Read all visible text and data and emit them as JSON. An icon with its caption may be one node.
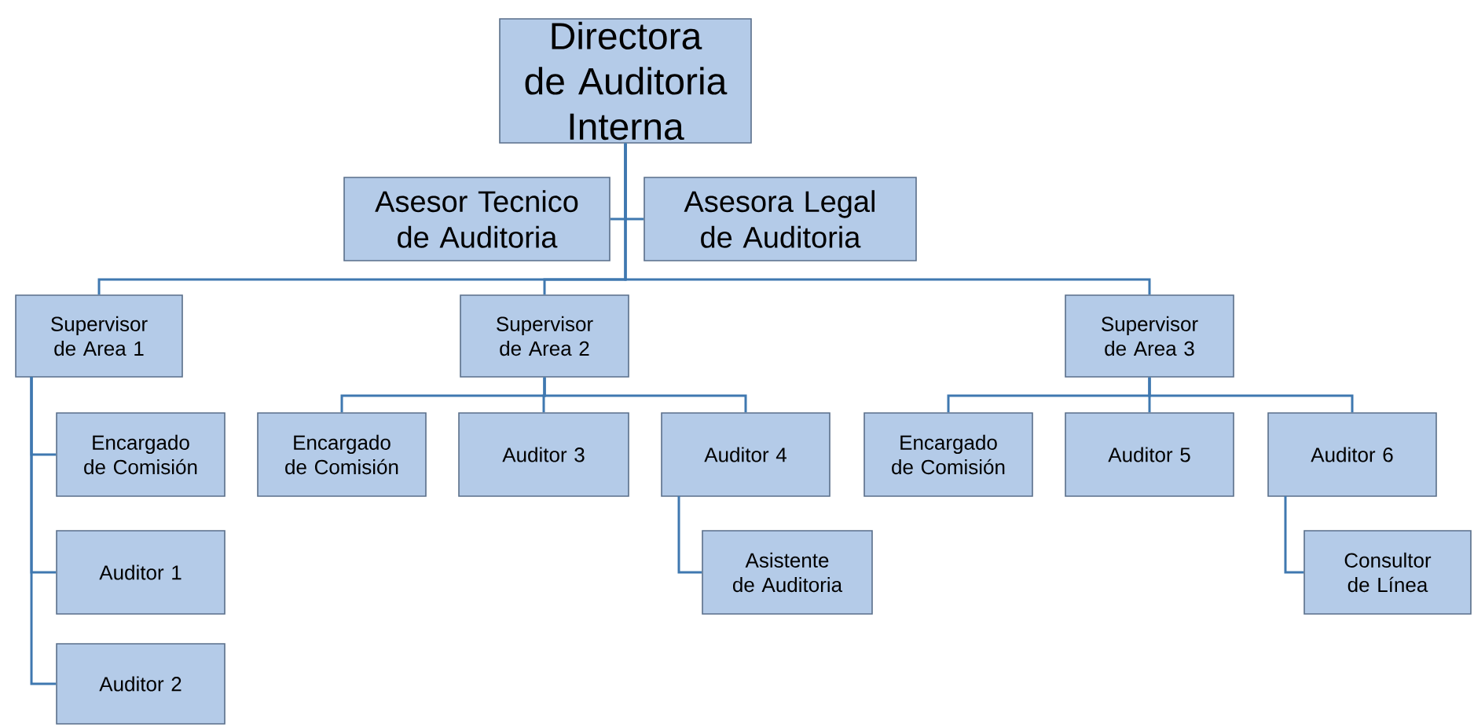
{
  "diagram": {
    "nodes": [
      {
        "text": [
          "Directora de Auditoria Interna"
        ]
      },
      {
        "text": [
          "Asesor Tecnico de Auditoria"
        ]
      },
      {
        "text": [
          "Asesora Legal de Auditoria"
        ]
      },
      {
        "text": [
          "Supervisor de Area 1"
        ]
      },
      {
        "text": [
          "Supervisor de Area 2"
        ]
      },
      {
        "text": [
          "Supervisor de Area 3"
        ]
      },
      {
        "text": [
          "Encargado de Comisión"
        ]
      },
      {
        "text": [
          "Auditor 1"
        ]
      },
      {
        "text": [
          "Auditor 2"
        ]
      },
      {
        "text": [
          "Encargado de Comisión"
        ]
      },
      {
        "text": [
          "Auditor 3"
        ]
      },
      {
        "text": [
          "Auditor 4"
        ]
      },
      {
        "text": [
          "Asistente de Auditoria"
        ]
      },
      {
        "text": [
          "Encargado de Comisión"
        ]
      },
      {
        "text": [
          "Auditor 5"
        ]
      },
      {
        "text": [
          "Auditor 6"
        ]
      },
      {
        "text": [
          "Consultor de Línea"
        ]
      }
    ],
    "edges": [
      {
        "from": 0,
        "to": 1,
        "arrow": "none"
      },
      {
        "from": 0,
        "to": 2,
        "arrow": "none"
      },
      {
        "from": 0,
        "to": 3,
        "arrow": "none"
      },
      {
        "from": 0,
        "to": 4,
        "arrow": "none"
      },
      {
        "from": 0,
        "to": 5,
        "arrow": "none"
      },
      {
        "from": 3,
        "to": 6,
        "arrow": "none"
      },
      {
        "from": 3,
        "to": 7,
        "arrow": "none"
      },
      {
        "from": 3,
        "to": 8,
        "arrow": "none"
      },
      {
        "from": 4,
        "to": 9,
        "arrow": "none"
      },
      {
        "from": 4,
        "to": 10,
        "arrow": "none"
      },
      {
        "from": 4,
        "to": 11,
        "arrow": "none"
      },
      {
        "from": 11,
        "to": 12,
        "arrow": "none"
      },
      {
        "from": 5,
        "to": 13,
        "arrow": "none"
      },
      {
        "from": 5,
        "to": 14,
        "arrow": "none"
      },
      {
        "from": 5,
        "to": 15,
        "arrow": "none"
      },
      {
        "from": 15,
        "to": 16,
        "arrow": "none"
      }
    ]
  }
}
